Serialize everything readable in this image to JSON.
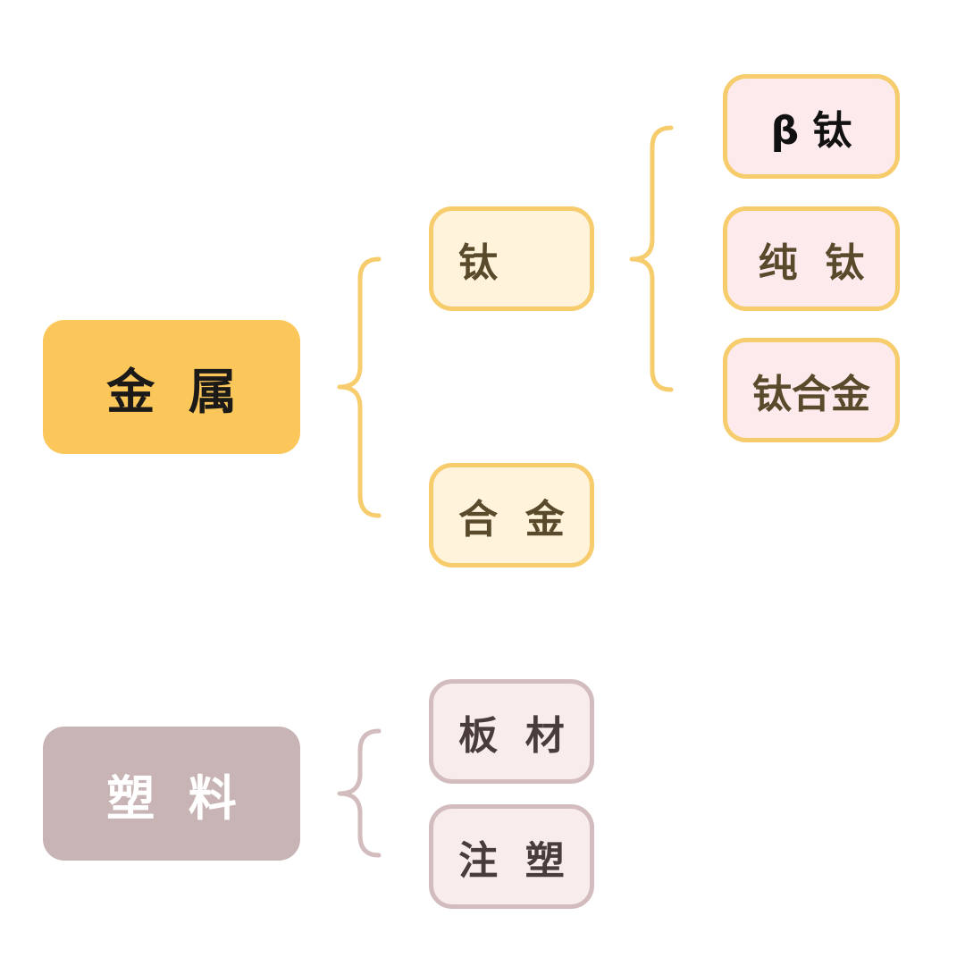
{
  "colors": {
    "metal_root": "#fcc75a",
    "plastic_root": "#c8b4b4",
    "yellow_border": "#f6cc6c",
    "yellow_fill": "#fff3dc",
    "pink_fill": "#fdeaec",
    "plastic_border": "#d2bcbe",
    "plastic_fill": "#f9ecec"
  },
  "metal": {
    "label": "金  属",
    "children": {
      "titanium": {
        "label": "钛",
        "children": {
          "beta_titanium": "β 钛",
          "pure_titanium": "纯  钛",
          "titanium_alloy": "钛合金"
        }
      },
      "alloy": "合  金"
    }
  },
  "plastic": {
    "label": "塑  料",
    "children": {
      "sheet": "板  材",
      "injection": "注  塑"
    }
  }
}
